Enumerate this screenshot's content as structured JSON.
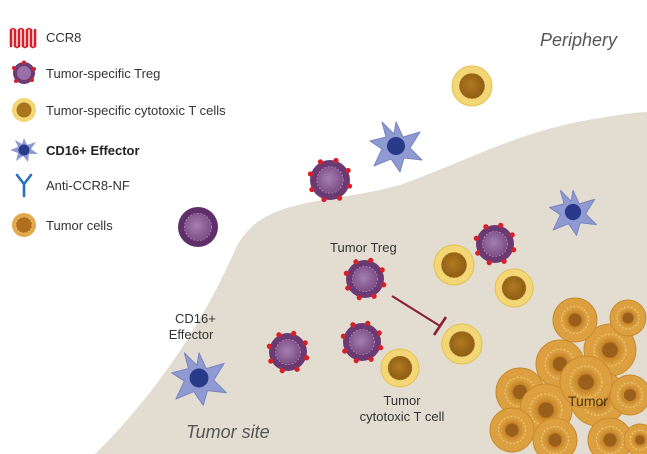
{
  "legend": [
    {
      "icon": "ccr8-receptor-icon",
      "label": "CCR8",
      "bold": false
    },
    {
      "icon": "treg-cell-icon",
      "label": "Tumor-specific Treg",
      "bold": false
    },
    {
      "icon": "cytotoxic-t-cell-icon",
      "label": "Tumor-specific cytotoxic T cells",
      "bold": false
    },
    {
      "icon": "cd16-effector-icon",
      "label": "CD16+ Effector",
      "bold": true
    },
    {
      "icon": "antibody-icon",
      "label": "Anti-CCR8-NF",
      "bold": false
    },
    {
      "icon": "tumor-cell-icon",
      "label": "Tumor cells",
      "bold": false
    }
  ],
  "regions": {
    "periphery": "Periphery",
    "tumor_site": "Tumor site"
  },
  "annotations": {
    "tumor_treg": "Tumor Treg",
    "cd16_effector_line1": "CD16+",
    "cd16_effector_line2": "Effector",
    "tumor_ctl_line1": "Tumor",
    "tumor_ctl_line2": "cytotoxic T cell",
    "tumor": "Tumor"
  },
  "colors": {
    "tumor_site_fill": "#e3ddd1",
    "treg_outer": "#6b3a73",
    "treg_inner": "#9a6ea6",
    "ccr8_red": "#d6202a",
    "ctl_outer": "#f3d675",
    "ctl_inner": "#a8741c",
    "effector_outer": "#8e9ad1",
    "effector_nucleus": "#2a3a8a",
    "tumor_outer": "#d79a34",
    "tumor_inner": "#b06e1f",
    "antibody_blue": "#2a6fbf",
    "inhibition_line": "#8a1f35"
  }
}
